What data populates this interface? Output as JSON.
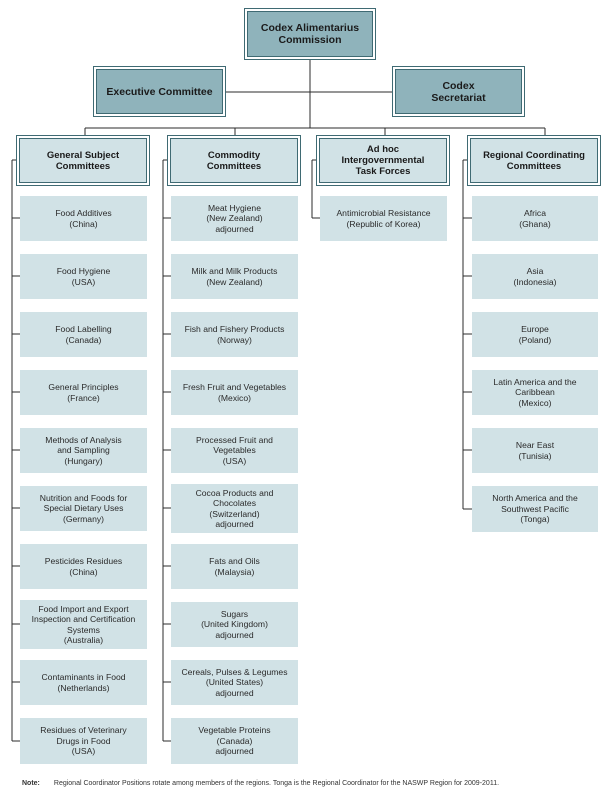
{
  "commission": "Codex Alimentarius\nCommission",
  "executive": "Executive Committee",
  "secretariat": "Codex\nSecretariat",
  "columns": [
    {
      "header": "General Subject\nCommittees",
      "items": [
        "Food Additives\n(China)",
        "Food Hygiene\n(USA)",
        "Food Labelling\n(Canada)",
        "General Principles\n(France)",
        "Methods of Analysis\nand Sampling\n(Hungary)",
        "Nutrition and Foods for\nSpecial Dietary Uses\n(Germany)",
        "Pesticides Residues\n(China)",
        "Food Import and Export\nInspection and Certification\nSystems\n(Australia)",
        "Contaminants in Food\n(Netherlands)",
        "Residues of Veterinary\nDrugs in Food\n(USA)"
      ]
    },
    {
      "header": "Commodity\nCommittees",
      "items": [
        "Meat Hygiene\n(New Zealand)\nadjourned",
        "Milk and Milk Products\n(New Zealand)",
        "Fish and Fishery Products\n(Norway)",
        "Fresh Fruit and Vegetables\n(Mexico)",
        "Processed Fruit and\nVegetables\n(USA)",
        "Cocoa Products and\nChocolates\n(Switzerland)\nadjourned",
        "Fats and Oils\n(Malaysia)",
        "Sugars\n(United Kingdom)\nadjourned",
        "Cereals, Pulses & Legumes\n(United States)\nadjourned",
        "Vegetable Proteins\n(Canada)\nadjourned"
      ]
    },
    {
      "header": "Ad hoc\nIntergovernmental\nTask Forces",
      "items": [
        "Antimicrobial Resistance\n(Republic of Korea)"
      ]
    },
    {
      "header": "Regional Coordinating\nCommittees",
      "items": [
        "Africa\n(Ghana)",
        "Asia\n(Indonesia)",
        "Europe\n(Poland)",
        "Latin America and the\nCaribbean\n(Mexico)",
        "Near East\n(Tunisia)",
        "North America and the\nSouthwest Pacific\n(Tonga)"
      ]
    }
  ],
  "note": {
    "label": "Note:",
    "text": "Regional Coordinator Positions rotate among members of the regions. Tonga is the Regional Coordinator for the NASWP Region for 2009-2011."
  }
}
